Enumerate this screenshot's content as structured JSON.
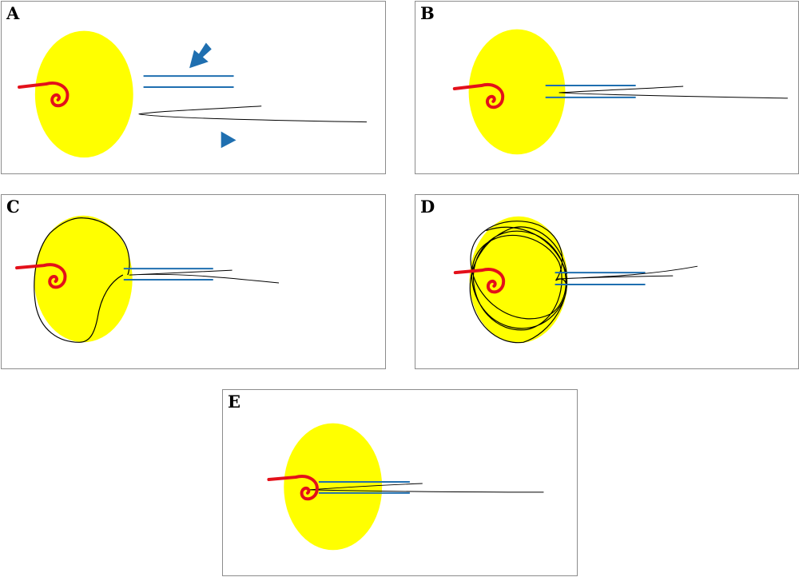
{
  "panels": [
    {
      "label": "A"
    },
    {
      "label": "B"
    },
    {
      "label": "C"
    },
    {
      "label": "D"
    },
    {
      "label": "E"
    }
  ],
  "colors": {
    "background": "#ffffff",
    "panel_border": "#8c8c8c",
    "ellipse_fill": "#ffff00",
    "guide_lines": "#1f6fb0",
    "hook": "#e3101a",
    "wire": "#000000",
    "markers": "#1f6fb0"
  },
  "icons": {
    "arrow": "arrow-pointing-down-left-icon",
    "arrowhead": "triangle-pointing-right-icon"
  }
}
